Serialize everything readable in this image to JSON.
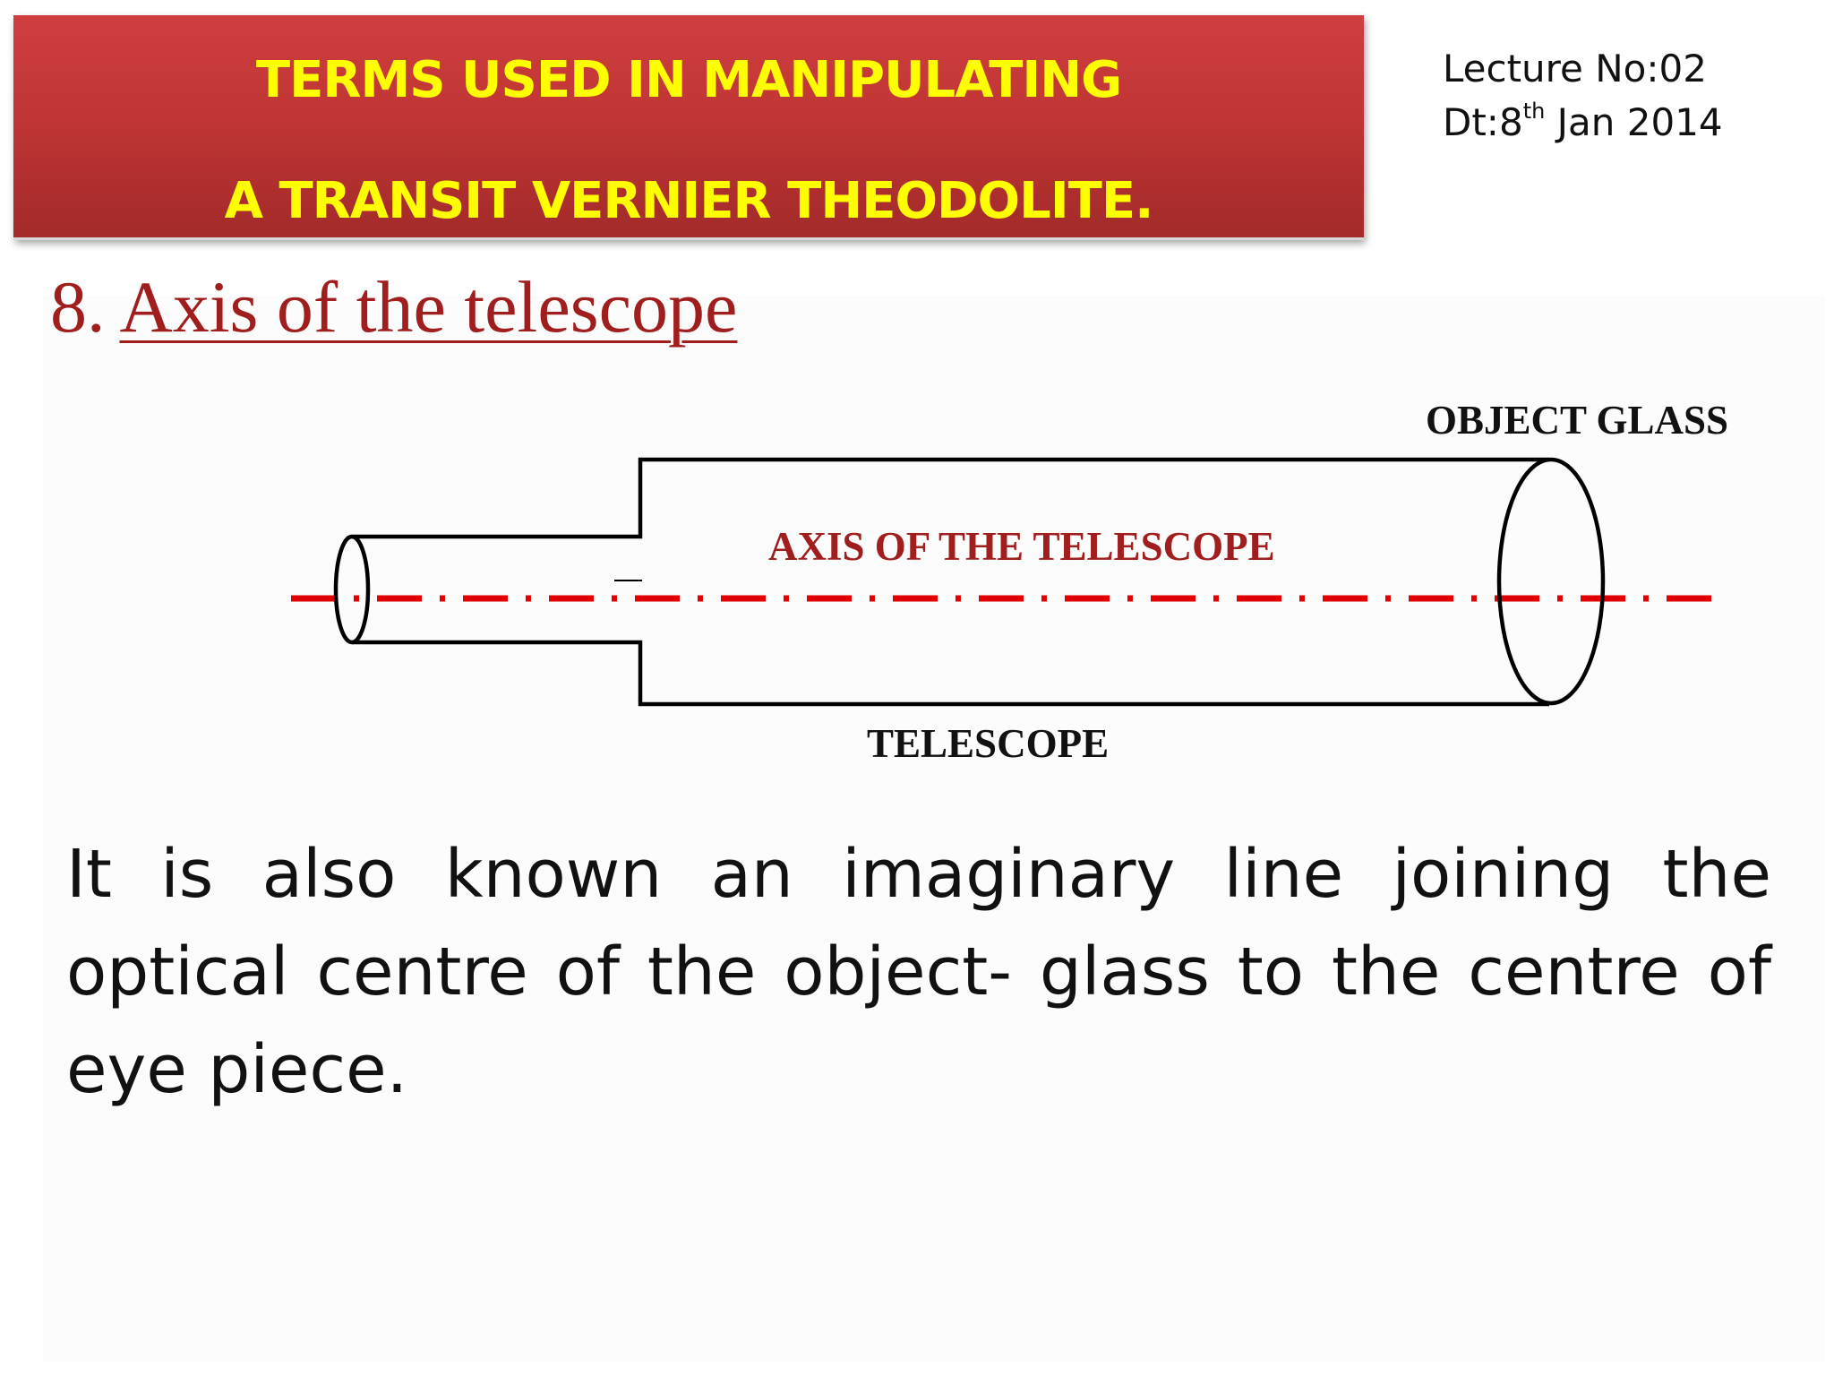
{
  "header": {
    "title_line1": "TERMS USED IN MANIPULATING",
    "title_line2": "A TRANSIT VERNIER THEODOLITE.",
    "lecture_no": "Lecture No:02",
    "date_prefix": "Dt:8",
    "date_sup": "th",
    "date_suffix": " Jan 2014"
  },
  "section": {
    "number": "8. ",
    "title": "Axis of the telescope"
  },
  "diagram": {
    "label_object_glass": "OBJECT GLASS",
    "label_axis": "AXIS OF THE TELESCOPE",
    "label_telescope": "TELESCOPE",
    "colors": {
      "axis_line": "#e00000",
      "axis_label": "#a01e1e",
      "outline": "#000000"
    }
  },
  "body": {
    "text": "It is also known an  imaginary line joining the optical centre of the object- glass  to the  centre of eye piece."
  }
}
